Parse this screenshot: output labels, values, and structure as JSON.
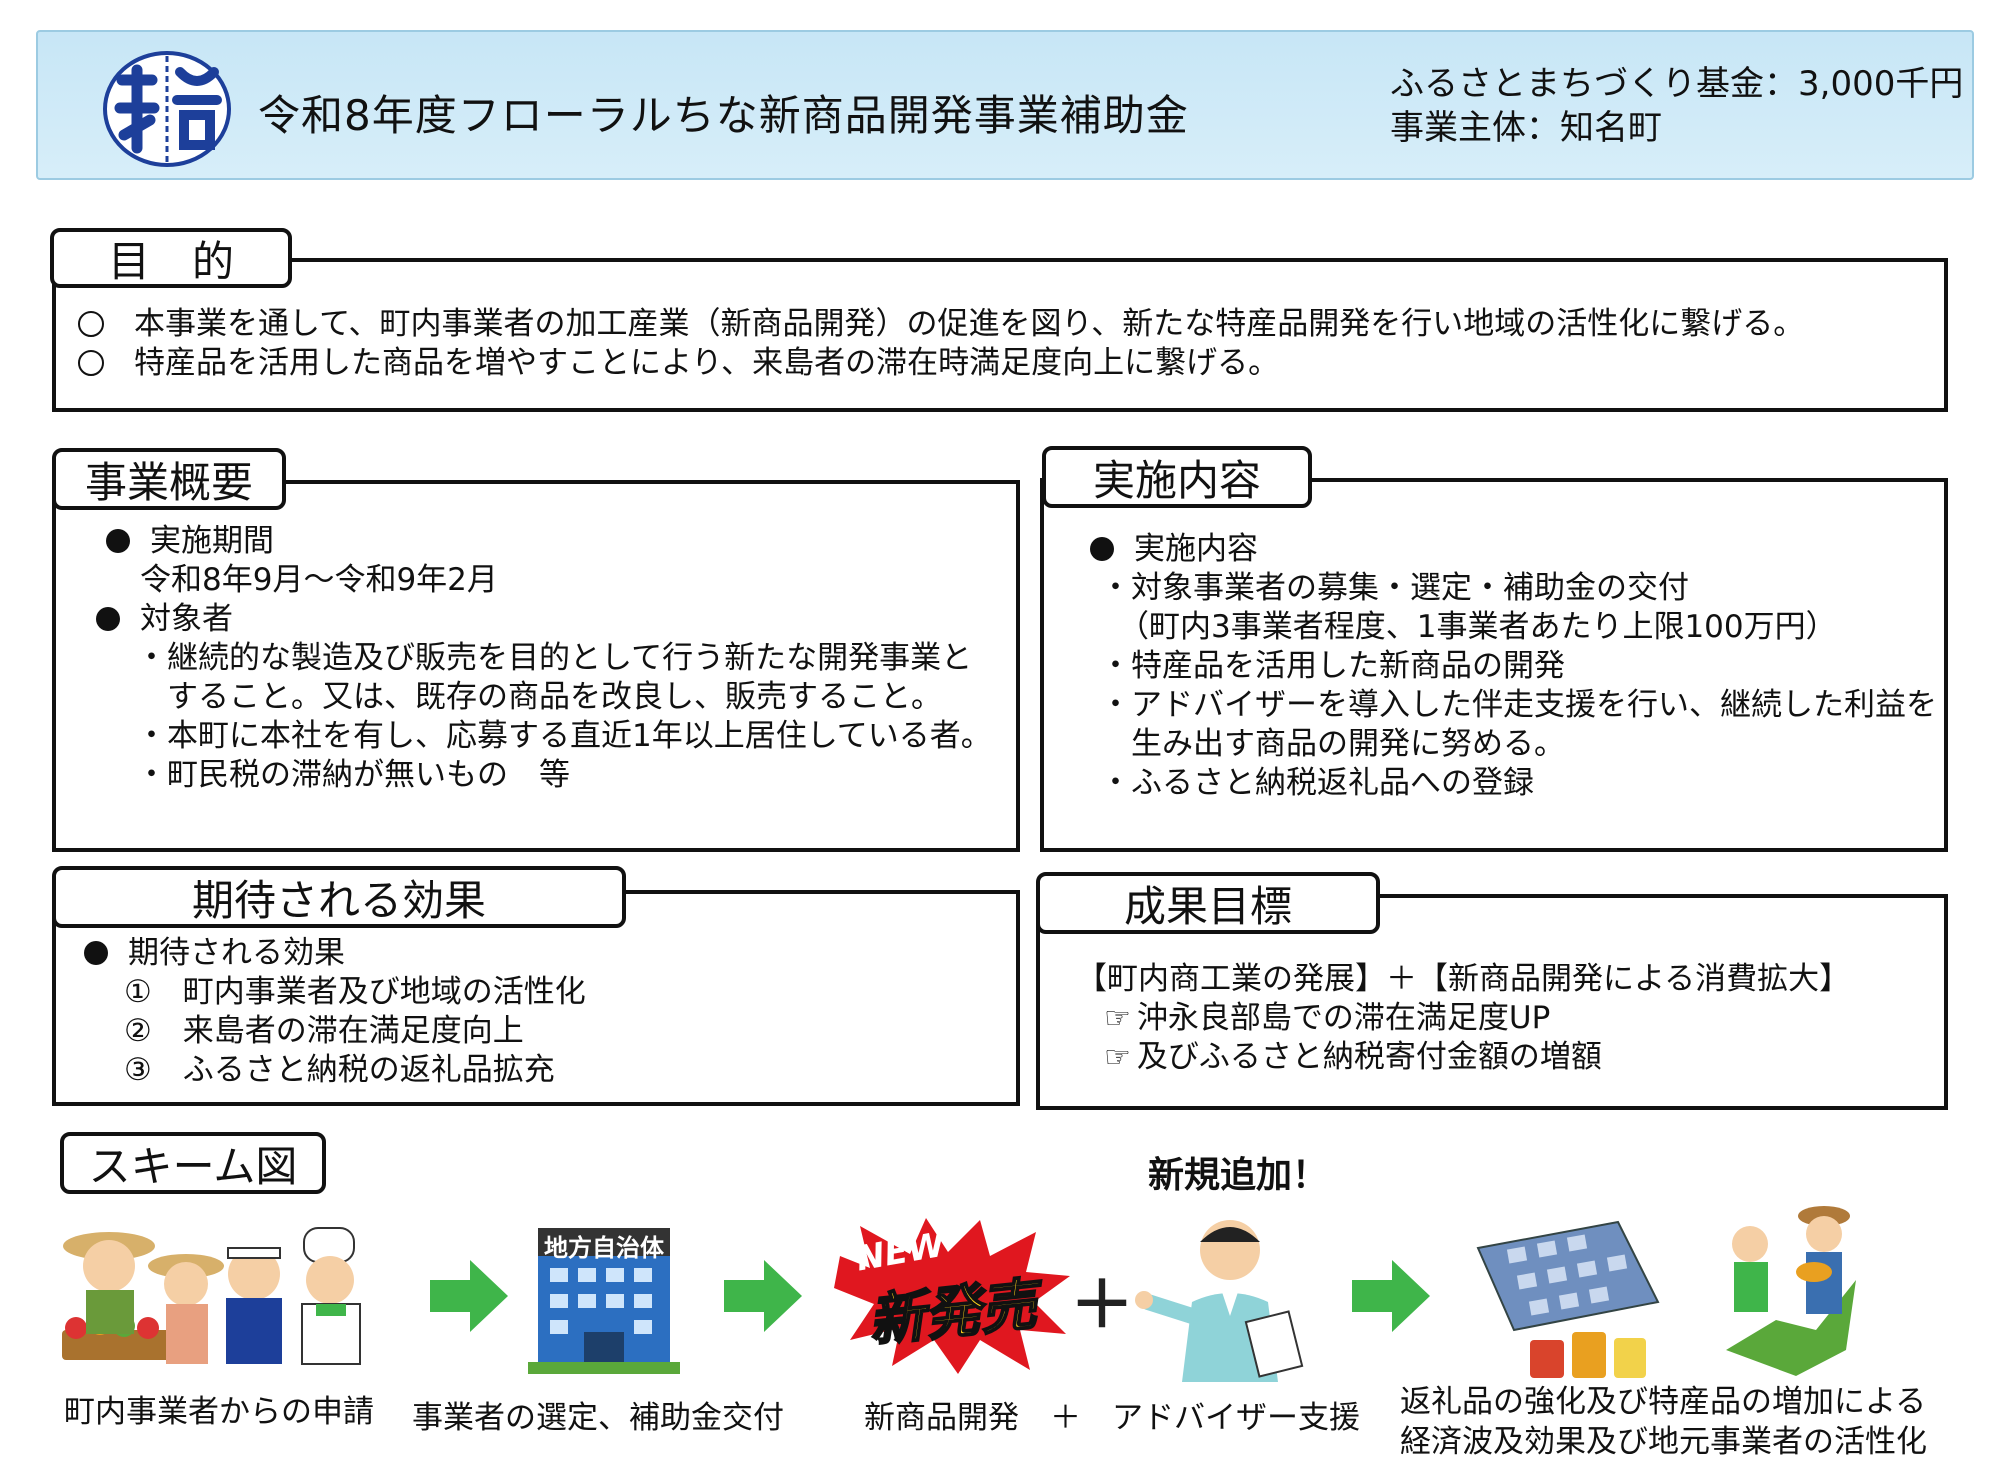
{
  "header": {
    "logo_text": "知名",
    "title": "令和8年度フローラルちな新商品開発事業補助金",
    "fund": "ふるさとまちづくり基金：3,000千円",
    "entity": "事業主体：知名町"
  },
  "purpose": {
    "heading": "目　的",
    "items": [
      "本事業を通して、町内事業者の加工産業（新商品開発）の促進を図り、新たな特産品開発を行い地域の活性化に繋げる。",
      "特産品を活用した商品を増やすことにより、来島者の滞在時満足度向上に繋げる。"
    ]
  },
  "overview": {
    "heading": "事業概要",
    "period_label": "実施期間",
    "period_value": "令和8年9月～令和9年2月",
    "target_label": "対象者",
    "target_lines": [
      "・継続的な製造及び販売を目的として行う新たな開発事業と",
      "　すること。又は、既存の商品を改良し、販売すること。",
      "・本町に本社を有し、応募する直近1年以上居住している者。",
      "・町民税の滞納が無いもの　等"
    ]
  },
  "implementation": {
    "heading": "実施内容",
    "label": "実施内容",
    "lines": [
      "・対象事業者の募集・選定・補助金の交付",
      "（町内3事業者程度、1事業者あたり上限100万円）",
      "・特産品を活用した新商品の開発",
      "・アドバイザーを導入した伴走支援を行い、継続した利益を",
      "　生み出す商品の開発に努める。",
      "・ふるさと納税返礼品への登録"
    ]
  },
  "effects": {
    "heading": "期待される効果",
    "label": "期待される効果",
    "items": [
      "①　町内事業者及び地域の活性化",
      "②　来島者の滞在満足度向上",
      "③　ふるさと納税の返礼品拡充"
    ]
  },
  "goals": {
    "heading": "成果目標",
    "line1": "【町内商工業の発展】＋【新商品開発による消費拡大】",
    "items": [
      "沖永良部島での滞在満足度UP",
      "及びふるさと納税寄付金額の増額"
    ]
  },
  "scheme": {
    "heading": "スキーム図",
    "new_addition": "新規追加！",
    "building_sign": "地方自治体",
    "badge_new": "NEW",
    "badge_main": "新発売",
    "plus": "＋",
    "captions": {
      "step1": "町内事業者からの申請",
      "step2": "事業者の選定、補助金交付",
      "step3": "新商品開発　＋　アドバイザー支援",
      "step4_line1": "返礼品の強化及び特産品の増加による",
      "step4_line2": "経済波及効果及び地元事業者の活性化"
    }
  },
  "colors": {
    "header_bg": "#c7e6f6",
    "arrow_green": "#3fb54a",
    "logo_blue": "#1d3f9a",
    "badge_red": "#e0171f"
  }
}
